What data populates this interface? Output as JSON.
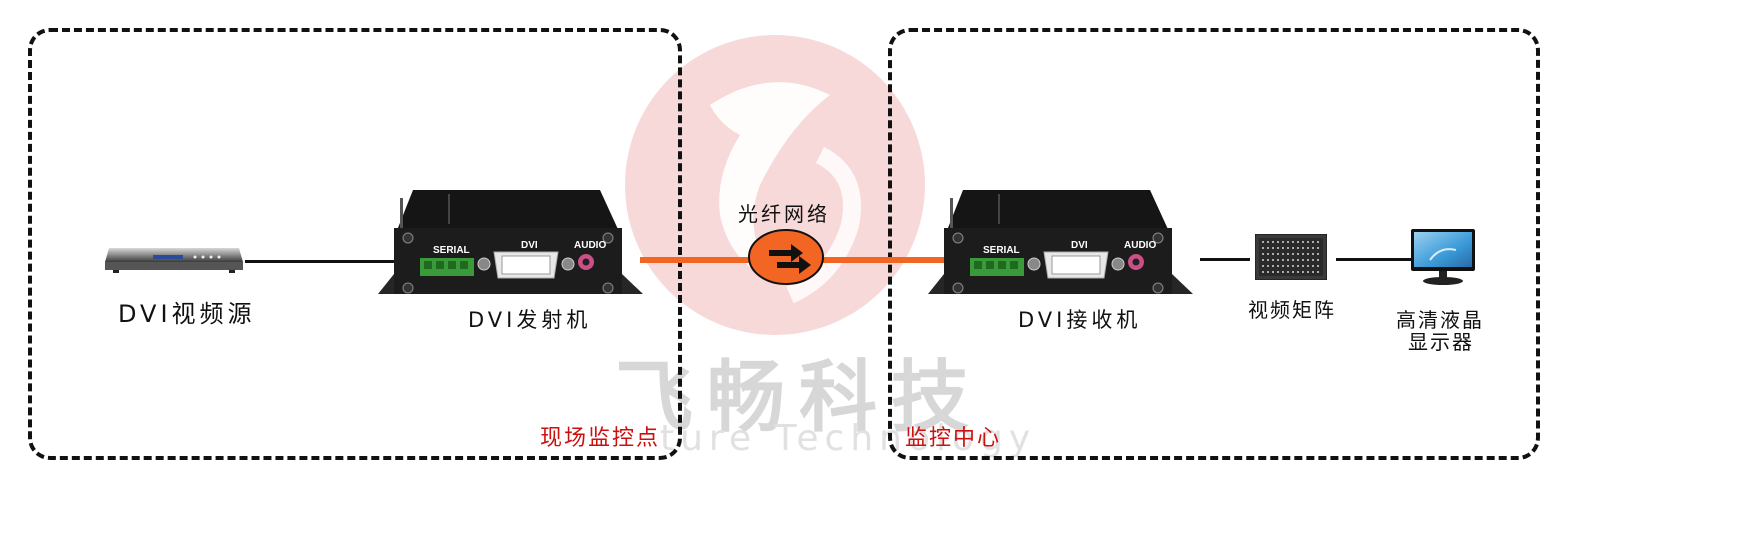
{
  "watermark": {
    "company": "飞畅科技",
    "slogan": "ture Technology"
  },
  "zones": {
    "left_label": "现场监控点",
    "right_label": "监控中心"
  },
  "network": {
    "label": "光纤网络"
  },
  "devices": {
    "dvi_source": "DVI视频源",
    "transmitter": "DVI发射机",
    "receiver": "DVI接收机",
    "video_matrix": "视频矩阵",
    "display_line1": "高清液晶",
    "display_line2": "显示器"
  },
  "ports": {
    "serial": "SERIAL",
    "dvi": "DVI",
    "audio": "AUDIO"
  },
  "colors": {
    "fiber": "#f26522",
    "zone_label": "#cc1111",
    "watermark_logo": "#f6d3d3"
  }
}
